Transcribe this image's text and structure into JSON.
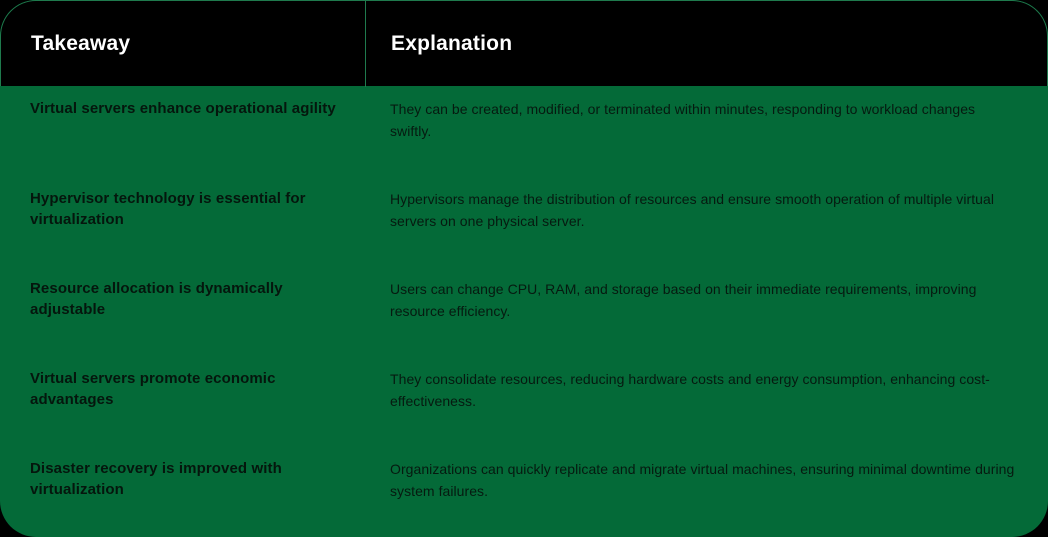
{
  "table": {
    "columns": [
      {
        "key": "takeaway",
        "label": "Takeaway"
      },
      {
        "key": "explanation",
        "label": "Explanation"
      }
    ],
    "rows": [
      {
        "takeaway": "Virtual servers enhance operational agility",
        "explanation": "They can be created, modified, or terminated within minutes, responding to workload changes swiftly."
      },
      {
        "takeaway": "Hypervisor technology is essential for virtualization",
        "explanation": "Hypervisors manage the distribution of resources and ensure smooth operation of multiple virtual servers on one physical server."
      },
      {
        "takeaway": "Resource allocation is dynamically adjustable",
        "explanation": "Users can change CPU, RAM, and storage based on their immediate requirements, improving resource efficiency."
      },
      {
        "takeaway": "Virtual servers promote economic advantages",
        "explanation": "They consolidate resources, reducing hardware costs and energy consumption, enhancing cost-effectiveness."
      },
      {
        "takeaway": "Disaster recovery is improved with virtualization",
        "explanation": "Organizations can quickly replicate and migrate virtual machines, ensuring minimal downtime during system failures."
      }
    ]
  },
  "colors": {
    "page_background": "#000000",
    "table_background": "#046A38",
    "header_background": "#000000",
    "header_text": "#ffffff",
    "header_border": "#1f7a4d",
    "body_text": "#05160d"
  }
}
